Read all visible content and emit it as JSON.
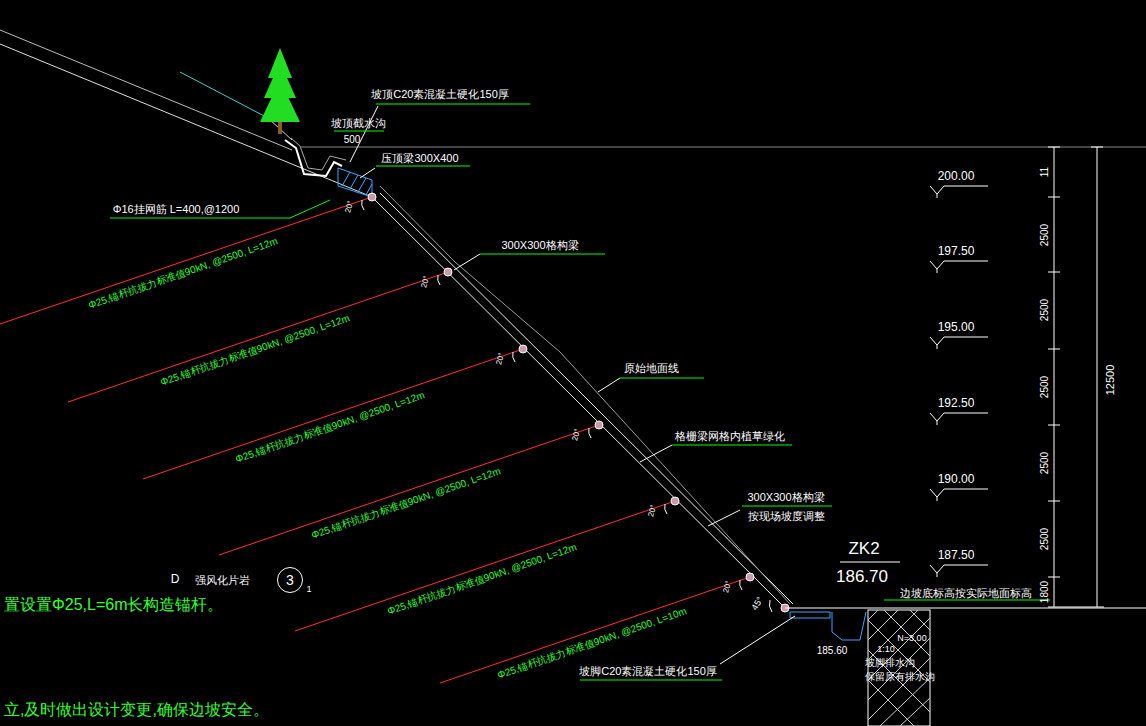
{
  "diagram": {
    "nodes": [
      {
        "text": [
          "3"
        ]
      }
    ],
    "labels": [
      "坡顶C20素混凝土硬化150厚",
      "坡顶截水沟",
      "500",
      "压顶梁300X400",
      "Φ16挂网筋 L=400,@1200",
      "20°",
      "20°",
      "20°",
      "20°",
      "20°",
      "20°",
      "300X300格构梁",
      "原始地面线",
      "格栅梁网格内植草绿化",
      "300X300格构梁",
      "按现场坡度调整",
      "Φ25,锚杆抗拔力标准值90kN, @2500, L=12m",
      "Φ25,锚杆抗拔力标准值90kN, @2500, L=12m",
      "Φ25,锚杆抗拔力标准值90kN, @2500, L=12m",
      "Φ25,锚杆抗拔力标准值90kN, @2500, L=12m",
      "Φ25,锚杆抗拔力标准值90kN, @2500, L=12m",
      "Φ25,锚杆抗拔力标准值90kN, @2500, L=10m",
      "D",
      "强风化片岩",
      "1",
      "置设置Φ25,L=6m长构造锚杆。",
      "立,及时做出设计变更,确保边坡安全。",
      "ZK2",
      "186.70",
      "边坡底标高按实际地面标高",
      "45°",
      "N=3.00",
      "1:10",
      "185.60",
      "坡脚排水沟",
      "保留原有排水沟",
      "坡脚C20素混凝土硬化150厚",
      "200.00",
      "197.50",
      "195.00",
      "192.50",
      "190.00",
      "187.50",
      "11",
      "2500",
      "2500",
      "2500",
      "2500",
      "2500",
      "1800",
      "12500"
    ]
  }
}
